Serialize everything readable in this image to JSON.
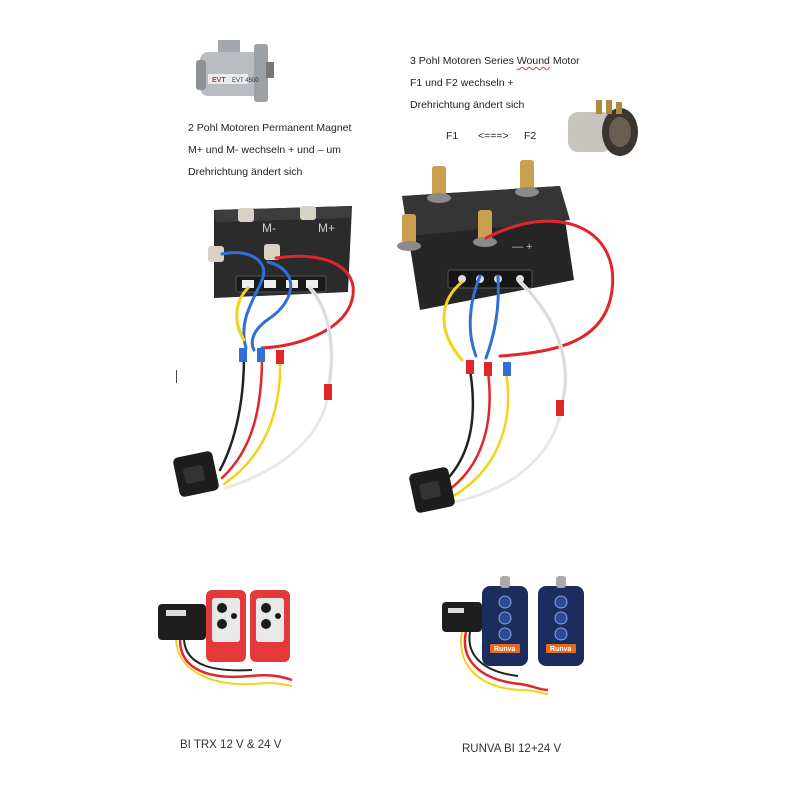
{
  "left_panel": {
    "motor_label": "EVT 4500",
    "title": "2 Pohl Motoren Permanent Magnet",
    "line1": "M+ und M- wechseln + und – um",
    "line2": "Drehrichtung ändert sich",
    "terminal_minus": "M-",
    "terminal_plus": "M+"
  },
  "right_panel": {
    "title_prefix": "3 Pohl Motoren Series ",
    "title_wavy": "Wound",
    "title_suffix": " Motor",
    "line1": "F1  und F2  wechseln +",
    "line2": "Drehrichtung ändert sich",
    "f1": "F1",
    "arrow": "<===>",
    "f2": "F2"
  },
  "remotes": {
    "left_caption": "BI TRX 12 V & 24 V",
    "right_caption": "RUNVA BI 12+24 V",
    "runva_brand": "Runva"
  },
  "colors": {
    "wire_red": "#e0262a",
    "wire_blue": "#2f6fd6",
    "wire_yellow": "#f2d21a",
    "wire_white": "#e8e8e8",
    "wire_black": "#222222",
    "remote_red": "#e3393b",
    "remote_navy": "#1b2d5c"
  }
}
